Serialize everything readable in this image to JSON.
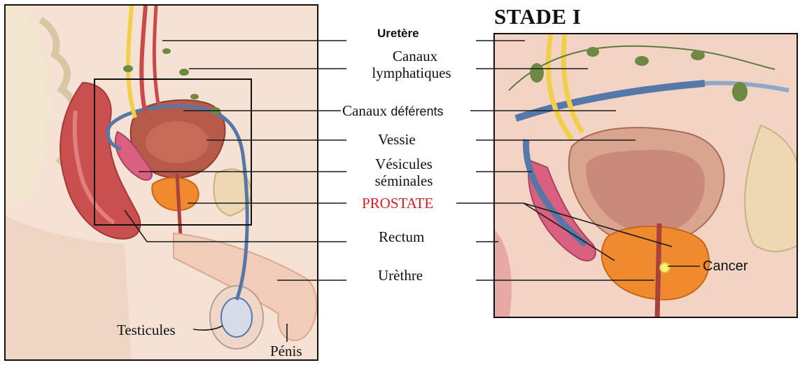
{
  "stage_title": "STADE I",
  "labels": {
    "uretere": "Uretère",
    "canaux_lymph_1": "Canaux",
    "canaux_lymph_2": "lymphatiques",
    "canaux_deferents_1": "Canaux",
    "canaux_deferents_2": "déférents",
    "vessie": "Vessie",
    "vesicules_1": "Vésicules",
    "vesicules_2": "séminales",
    "prostate": "PROSTATE",
    "rectum": "Rectum",
    "urethre": "Urèthre",
    "testicules": "Testicules",
    "penis": "Pénis",
    "cancer": "Cancer"
  },
  "colors": {
    "prostate_label": "#d41f1f",
    "prostate": "#f08a2e",
    "bladder": "#b85a4a",
    "ureter": "#f2cf4a",
    "vas_deferens": "#5578a8",
    "lymph_node": "#6e8a42",
    "rectum": "#c9504e",
    "skin": "#f6e2d4"
  }
}
